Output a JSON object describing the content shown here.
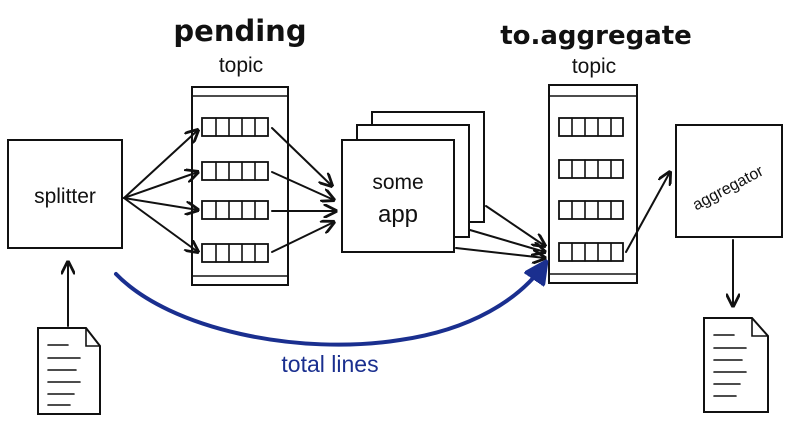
{
  "labels": {
    "pending_title": "pending",
    "pending_sub": "topic",
    "aggregate_title": "to.aggregate",
    "aggregate_sub": "topic",
    "splitter": "splitter",
    "some_app_line1": "some",
    "some_app_line2": "app",
    "aggregator": "aggregator",
    "total_lines": "total lines"
  },
  "colors": {
    "ink": "#111111",
    "accent_blue": "#1a2f8f",
    "background": "#ffffff"
  },
  "icons": {
    "input_file": "document-icon",
    "output_file": "document-icon"
  }
}
